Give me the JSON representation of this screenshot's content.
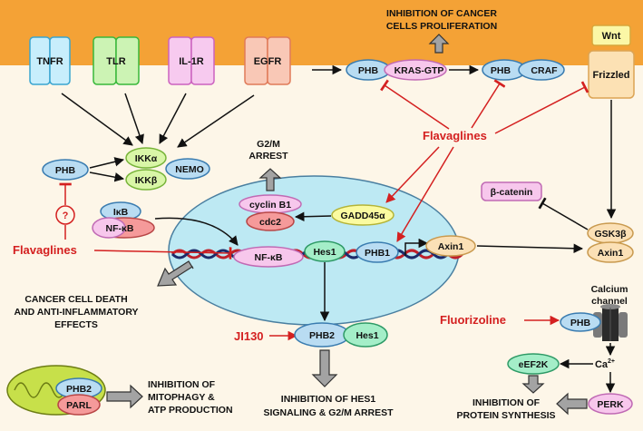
{
  "receptors": {
    "tnfr": "TNFR",
    "tlr": "TLR",
    "il1r": "IL-1R",
    "egfr": "EGFR",
    "wnt": "Wnt",
    "frizzled": "Frizzled"
  },
  "kras_complex": {
    "phb": "PHB",
    "kras": "KRAS-GTP"
  },
  "craf_complex": {
    "phb": "PHB",
    "craf": "CRAF"
  },
  "outcome_proliferation": {
    "line1": "INHIBITION OF CANCER",
    "line2": "CELLS PROLIFERATION"
  },
  "flavaglines_top": "Flavaglines",
  "flavaglines_left": "Flavaglines",
  "ikk": {
    "alpha": "IKKα",
    "beta": "IKKβ",
    "nemo": "NEMO",
    "phb": "PHB",
    "unknown": "?"
  },
  "nfkb_complex": {
    "ikb": "IκB",
    "nfkb": "NF-κB"
  },
  "arrest": {
    "line1": "G2/M",
    "line2": "ARREST"
  },
  "cyclin": {
    "cyclin_b1": "cyclin B1",
    "cdc2": "cdc2"
  },
  "gadd45a": "GADD45α",
  "nucleus": {
    "nfkb": "NF-κB",
    "hes1": "Hes1",
    "phb1": "PHB1"
  },
  "axin1": "Axin1",
  "beta_catenin": "β-catenin",
  "gsk3b": {
    "gsk3b": "GSK3β",
    "axin1": "Axin1"
  },
  "outcome_death": {
    "line1": "CANCER CELL DEATH",
    "line2": "AND ANTI-INFLAMMATORY",
    "line3": "EFFECTS"
  },
  "calcium_channel": {
    "line1": "Calcium",
    "line2": "channel"
  },
  "fluorizoline": "Fluorizoline",
  "phb_fluor": "PHB",
  "ji130": "JI130",
  "phb2_hes1": {
    "phb2": "PHB2",
    "hes1": "Hes1"
  },
  "calcium": {
    "ca": "Ca",
    "sup": "2+"
  },
  "eef2k": "eEF2K",
  "perk": "PERK",
  "mito": {
    "phb2": "PHB2",
    "parl": "PARL"
  },
  "outcome_mitophagy": {
    "line1": "INHIBITION OF",
    "line2": "MITOPHAGY &",
    "line3": "ATP PRODUCTION"
  },
  "outcome_hes1": {
    "line1": "INHIBITION OF HES1",
    "line2": "SIGNALING & G2/M ARREST"
  },
  "outcome_protein": {
    "line1": "INHIBITION OF",
    "line2": "PROTEIN SYNTHESIS"
  },
  "colors": {
    "membrane": "#f4a236",
    "inhibition": "#d42020",
    "nucleus": "#bde9f3",
    "phb": "#b9dcf2",
    "ikk": "#d9f6a7",
    "pink": "#f7c7ec",
    "salmon": "#f59a9a",
    "yellow": "#fbfba0",
    "axin": "#fbe0b6",
    "mito": "#c7e04a"
  }
}
